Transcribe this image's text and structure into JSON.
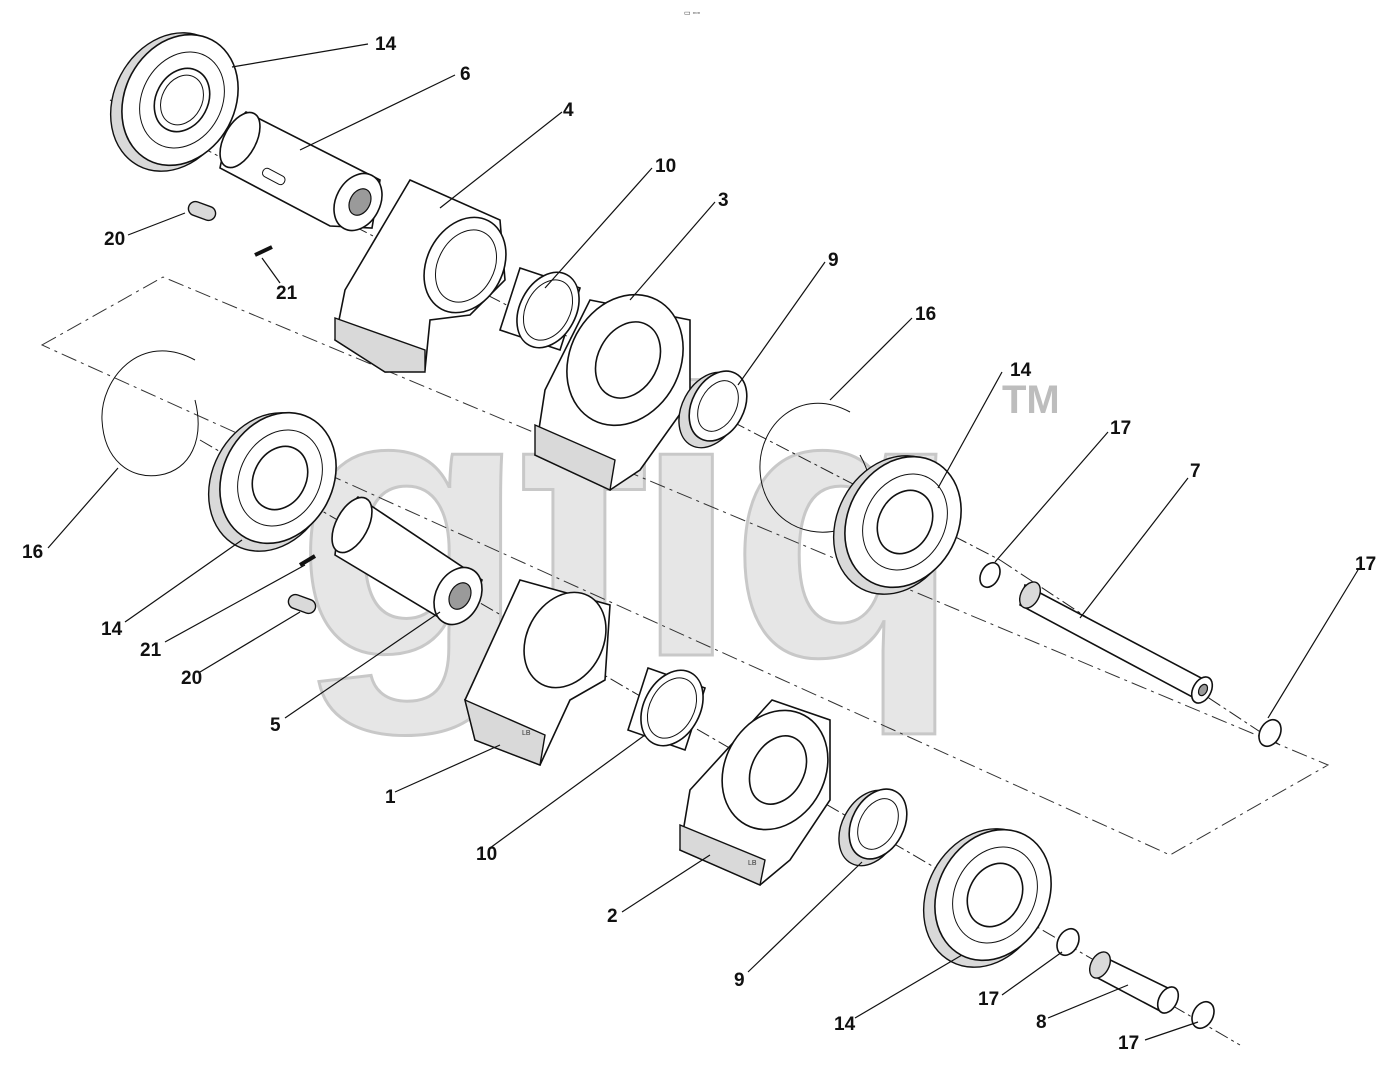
{
  "diagram": {
    "header_mark": "▭ ▫▫▫",
    "watermark": {
      "text": "gfiq",
      "trademark": "TM"
    },
    "callouts": [
      "14",
      "6",
      "4",
      "10",
      "3",
      "9",
      "16",
      "14",
      "17",
      "7",
      "17",
      "20",
      "21",
      "16",
      "14",
      "21",
      "20",
      "5",
      "1",
      "10",
      "2",
      "9",
      "14",
      "17",
      "8",
      "17"
    ],
    "part_marks": {
      "part1": "LB",
      "part2": "LB"
    }
  }
}
